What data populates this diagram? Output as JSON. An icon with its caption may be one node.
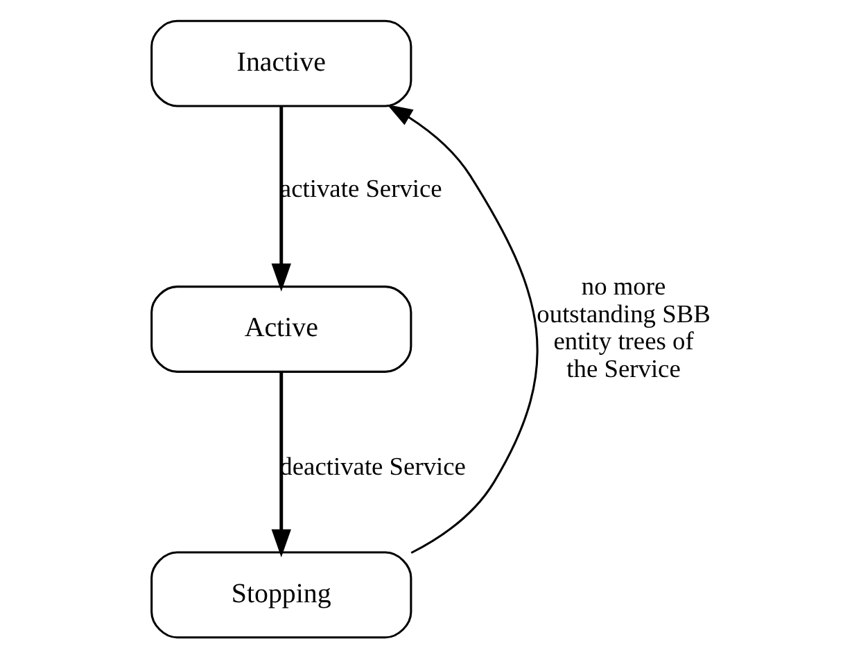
{
  "diagram": {
    "nodes": [
      {
        "text": [
          "Inactive"
        ]
      },
      {
        "text": [
          "Active"
        ]
      },
      {
        "text": [
          "Stopping"
        ]
      }
    ],
    "edges": [
      {
        "from": 0,
        "to": 1,
        "arrow": "to",
        "label": "activate Service"
      },
      {
        "from": 1,
        "to": 2,
        "arrow": "to",
        "label": "deactivate Service"
      },
      {
        "from": 2,
        "to": 0,
        "arrow": "to",
        "label": "no more outstanding SBB entity trees of the Service"
      }
    ]
  }
}
